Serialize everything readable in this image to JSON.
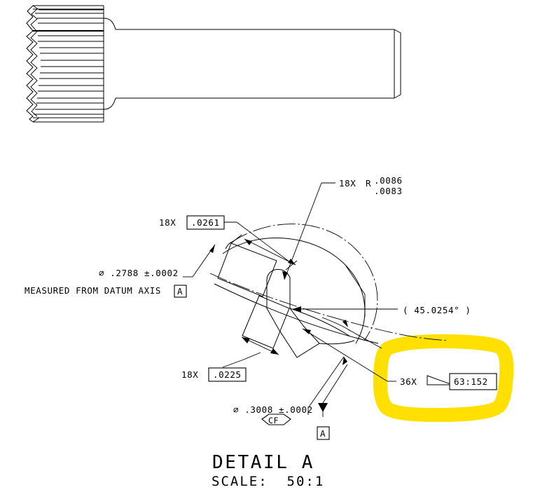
{
  "drawing": {
    "title": "DETAIL A",
    "scale_label": "SCALE:  50:1",
    "highlight_color": "#FFE000",
    "line_color": "#000000",
    "background_color": "#FFFFFF"
  },
  "shaft_view": {
    "name": "splined-shaft-side-view",
    "spline_teeth_visible": 18,
    "description": "Side view of splined shaft with toothed end at left and plain cylindrical body extending right to a chamfered end"
  },
  "detail_view": {
    "name": "detail-a-spline-tooth-profile",
    "annotations": [
      {
        "id": "radius-callout",
        "prefix": "18X",
        "symbol": "R",
        "value_upper": ".0086",
        "value_lower": ".0083",
        "boxed": false,
        "highlighted": false
      },
      {
        "id": "tooth-width-callout",
        "prefix": "18X",
        "value": ".0261",
        "boxed": true,
        "highlighted": false
      },
      {
        "id": "major-diameter-callout",
        "diameter_symbol": "⌀",
        "value": ".2788",
        "tolerance": "±.0002",
        "note": "MEASURED FROM DATUM AXIS",
        "datum": "A",
        "boxed": false,
        "highlighted": false
      },
      {
        "id": "angle-reference",
        "value": "( 45.0254° )",
        "reference": true,
        "highlighted": false
      },
      {
        "id": "space-width-callout",
        "prefix": "18X",
        "value": ".0225",
        "boxed": true,
        "highlighted": false
      },
      {
        "id": "minor-diameter-callout",
        "diameter_symbol": "⌀",
        "value": ".3008",
        "tolerance": "±.0002",
        "modifier": "CF",
        "datum": "A",
        "boxed": false,
        "highlighted": false
      },
      {
        "id": "taper-slope-callout",
        "prefix": "36X",
        "symbol": "slope-taper-icon",
        "value": "63:152",
        "boxed": true,
        "highlighted": true
      }
    ]
  },
  "labels": {
    "radius_prefix": "18X",
    "radius_symbol": "R",
    "radius_upper": ".0086",
    "radius_lower": ".0083",
    "tooth_prefix": "18X",
    "tooth_value": ".0261",
    "dia_major": "⌀ .2788 ±.0002",
    "datum_note": "MEASURED FROM DATUM AXIS",
    "datum_a_1": "A",
    "angle_ref": "( 45.0254° )",
    "space_prefix": "18X",
    "space_value": ".0225",
    "dia_minor": "⌀ .3008 ±.0002",
    "cf_modifier": "CF",
    "datum_a_2": "A",
    "taper_prefix": "36X",
    "taper_value": "63:152",
    "title": "DETAIL A",
    "scale": "SCALE:  50:1"
  }
}
